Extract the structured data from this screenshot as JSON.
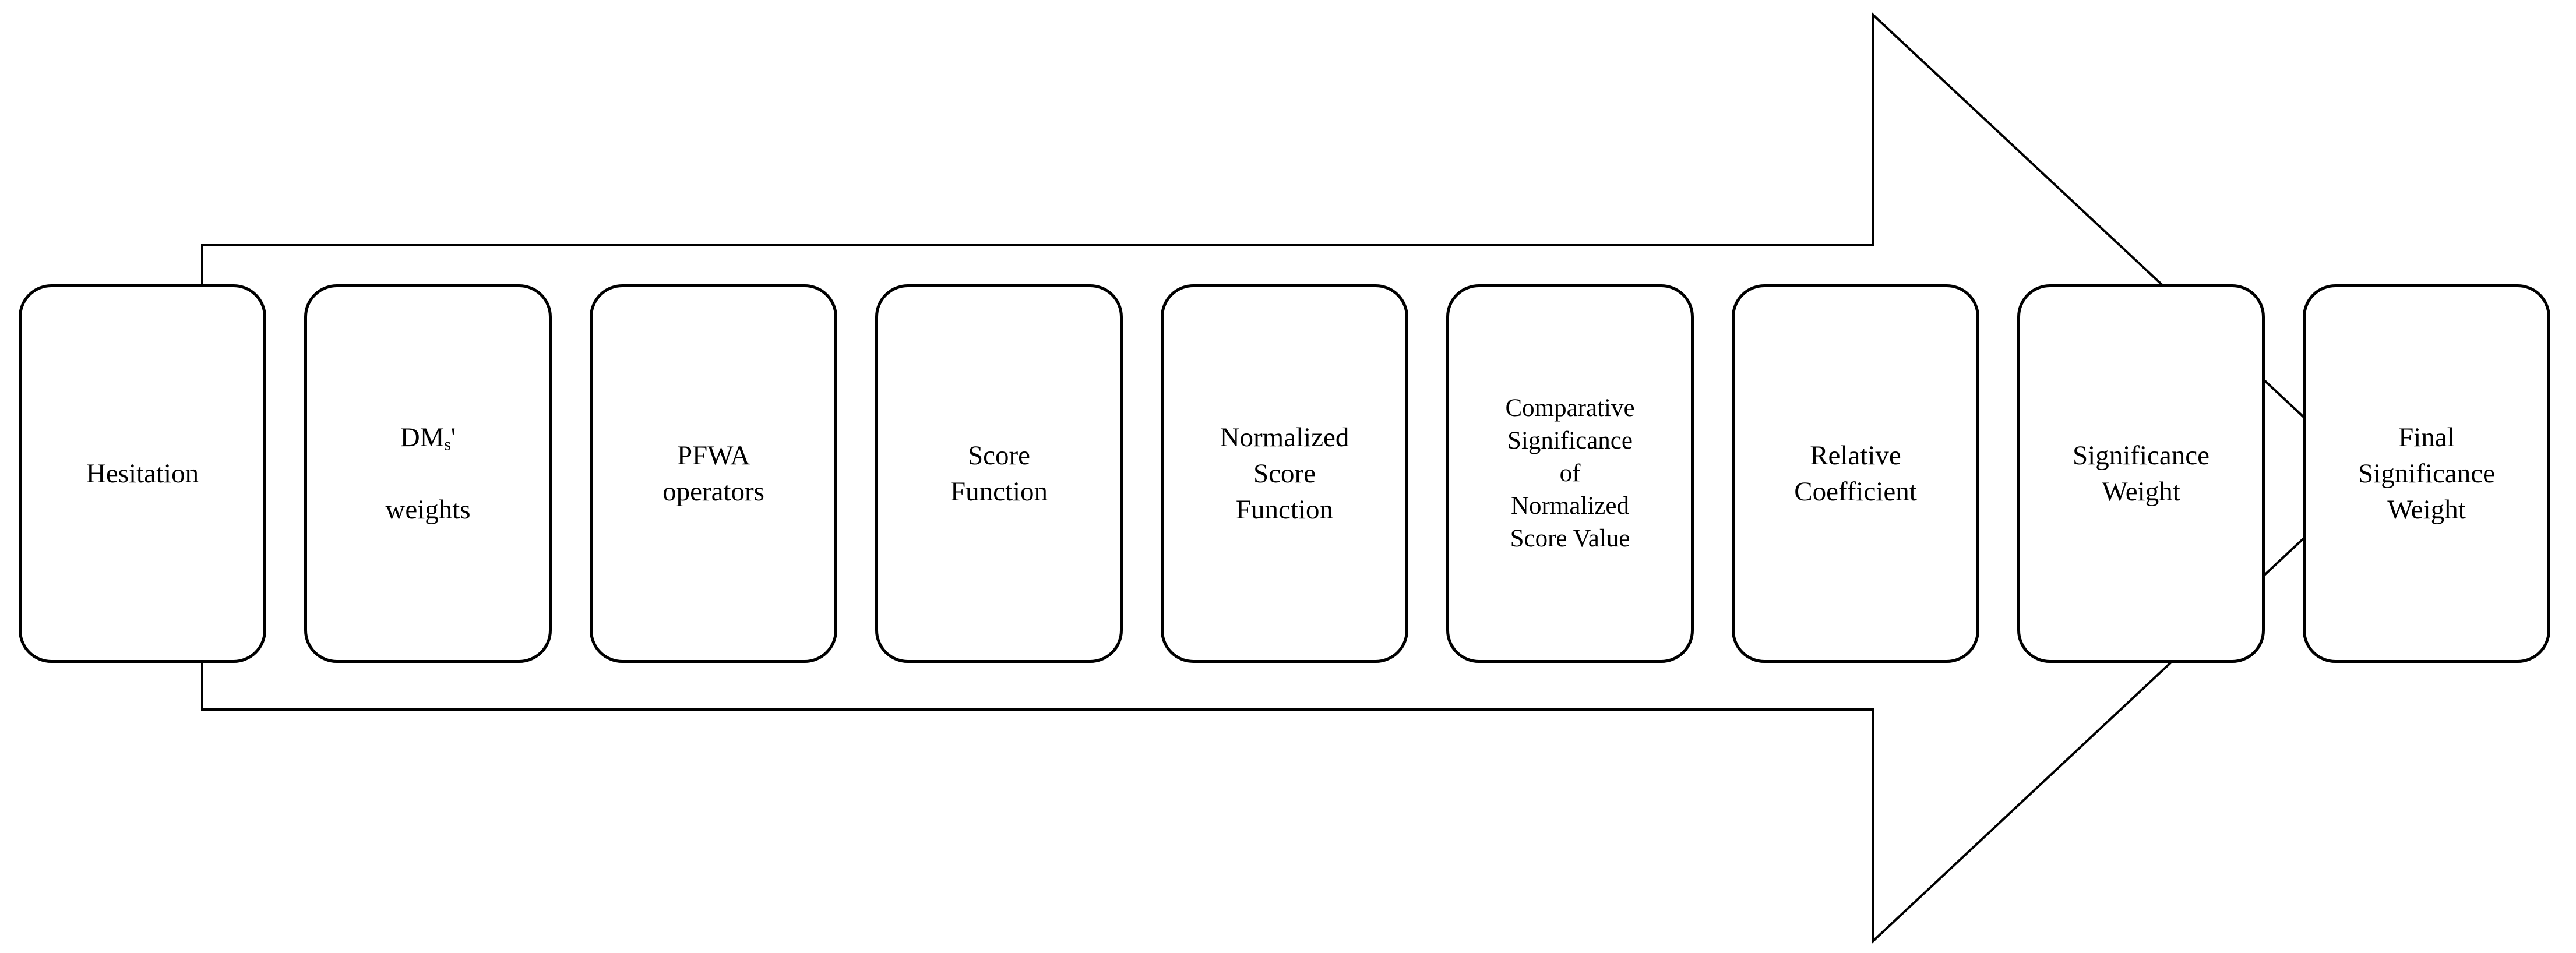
{
  "diagram": {
    "type": "process-flow",
    "direction": "left-to-right",
    "colors": {
      "outline": "#000000",
      "fill": "#ffffff",
      "background": "#ffffff",
      "text": "#000000"
    },
    "arrow": {
      "shape": "right-pointing block arrow outline passing behind the stage boxes"
    },
    "stages": [
      {
        "name": "hesitation",
        "text": "Hesitation",
        "label": "Hesitation"
      },
      {
        "name": "dms-weights",
        "text": "DMs' weights",
        "line1_pre": "DM",
        "line1_sub": "s",
        "line1_post": "'",
        "line2": "weights"
      },
      {
        "name": "pfwa-operators",
        "text": "PFWA operators",
        "label": "PFWA\noperators"
      },
      {
        "name": "score-function",
        "text": "Score Function",
        "label": "Score\nFunction"
      },
      {
        "name": "normalized-score-function",
        "text": "Normalized Score Function",
        "label": "Normalized\nScore\nFunction"
      },
      {
        "name": "comparative-significance",
        "text": "Comparative Significance of Normalized Score Value",
        "label": "Comparative\nSignificance\nof\nNormalized\nScore Value"
      },
      {
        "name": "relative-coefficient",
        "text": "Relative Coefficient",
        "label": "Relative\nCoefficient"
      },
      {
        "name": "significance-weight",
        "text": "Significance Weight",
        "label": "Significance\nWeight"
      },
      {
        "name": "final-significance-weight",
        "text": "Final Significance Weight",
        "label": "Final\nSignificance\nWeight"
      }
    ]
  }
}
